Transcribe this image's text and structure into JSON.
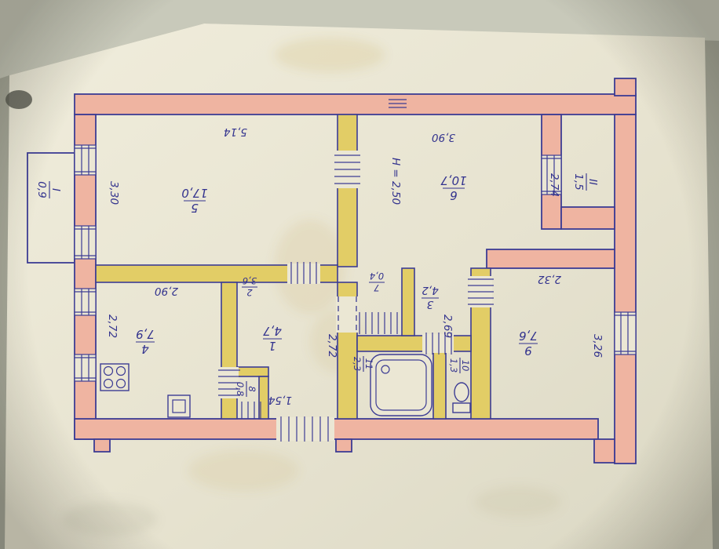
{
  "photo": {
    "background": "#a6a798",
    "paper": "#ebe7d4",
    "ink": "#3c3c94",
    "wall_fill_main": "#efb4a1",
    "wall_fill_partition": "#e2cd66"
  },
  "plan": {
    "height_note": "H = 2,50",
    "rooms": [
      {
        "number": "5",
        "area": "17,0"
      },
      {
        "number": "6",
        "area": "10,7"
      },
      {
        "number": "4",
        "area": "7,9"
      },
      {
        "number": "1",
        "area": "4,7"
      },
      {
        "number": "2",
        "area": "3,6"
      },
      {
        "number": "3",
        "area": "4,2"
      },
      {
        "number": "7",
        "area": "0,4"
      },
      {
        "number": "9",
        "area": "7,6"
      },
      {
        "number": "10",
        "area": "1,3"
      },
      {
        "number": "11",
        "area": "2,3"
      },
      {
        "number": "8",
        "area": "0,8"
      },
      {
        "number": "I",
        "area": "0,9"
      },
      {
        "number": "II",
        "area": "1,5"
      }
    ],
    "dimensions": {
      "room5_top": "5,14",
      "room5_side": "3,30",
      "room6_top": "3,90",
      "loggia_side": "2,74",
      "room4_top": "2,90",
      "room4_side": "2,72",
      "hall_side": "2,72",
      "bath_side": "2,69",
      "room9_top": "2,32",
      "room9_side": "3,26",
      "entry_width": "1,54"
    }
  }
}
